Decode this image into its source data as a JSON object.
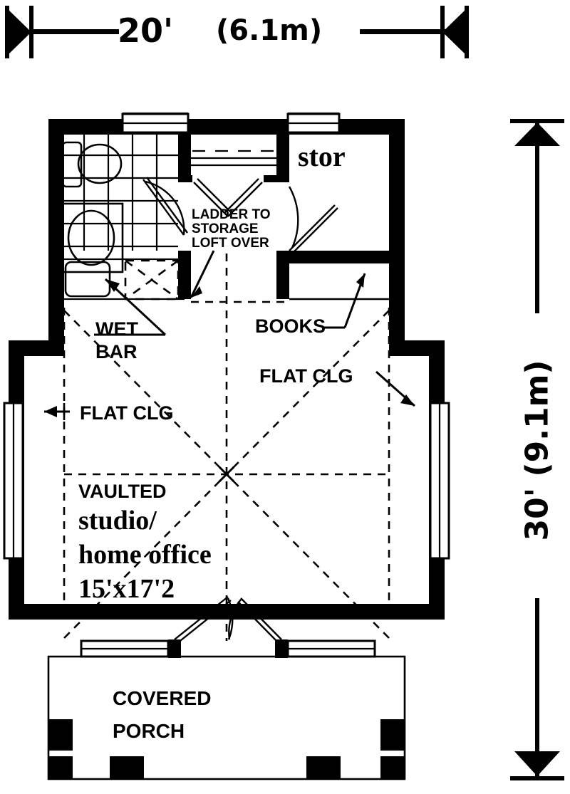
{
  "plan": {
    "title": "Floor Plan - Studio / Home Office",
    "line_color": "#000000",
    "background_color": "#ffffff"
  },
  "dimensions": {
    "top": {
      "feet": "20'",
      "meters": "(6.1m)"
    },
    "right": {
      "combined": "30' (9.1m)"
    }
  },
  "rooms": [
    {
      "name": "stor",
      "label": "stor",
      "style": "serif"
    },
    {
      "name": "studio-home-office",
      "vaulted": "VAULTED",
      "label": "studio/",
      "label2": "home office",
      "size": "15'x17'2"
    },
    {
      "name": "covered-porch",
      "line1": "COVERED",
      "line2": "PORCH"
    }
  ],
  "annotations": {
    "ladder": "LADDER TO\nSTORAGE\nLOFT OVER",
    "ladder_l1": "LADDER TO",
    "ladder_l2": "STORAGE",
    "ladder_l3": "LOFT OVER",
    "wet_bar_l1": "WET",
    "wet_bar_l2": "BAR",
    "books": "BOOKS",
    "flat_clg_left": "FLAT CLG",
    "flat_clg_right": "FLAT CLG"
  },
  "fixtures": [
    {
      "name": "toilet"
    },
    {
      "name": "vanity-sink"
    },
    {
      "name": "tile-floor"
    },
    {
      "name": "wet-bar-sink"
    },
    {
      "name": "bookshelf"
    },
    {
      "name": "ladder-closet"
    }
  ],
  "openings": [
    {
      "name": "window-top-left"
    },
    {
      "name": "window-top-right"
    },
    {
      "name": "window-left-side"
    },
    {
      "name": "window-right-side"
    },
    {
      "name": "french-doors"
    },
    {
      "name": "window-bottom-left"
    },
    {
      "name": "window-bottom-right"
    },
    {
      "name": "bath-door"
    },
    {
      "name": "storage-door"
    },
    {
      "name": "bifold-closet-doors"
    }
  ]
}
